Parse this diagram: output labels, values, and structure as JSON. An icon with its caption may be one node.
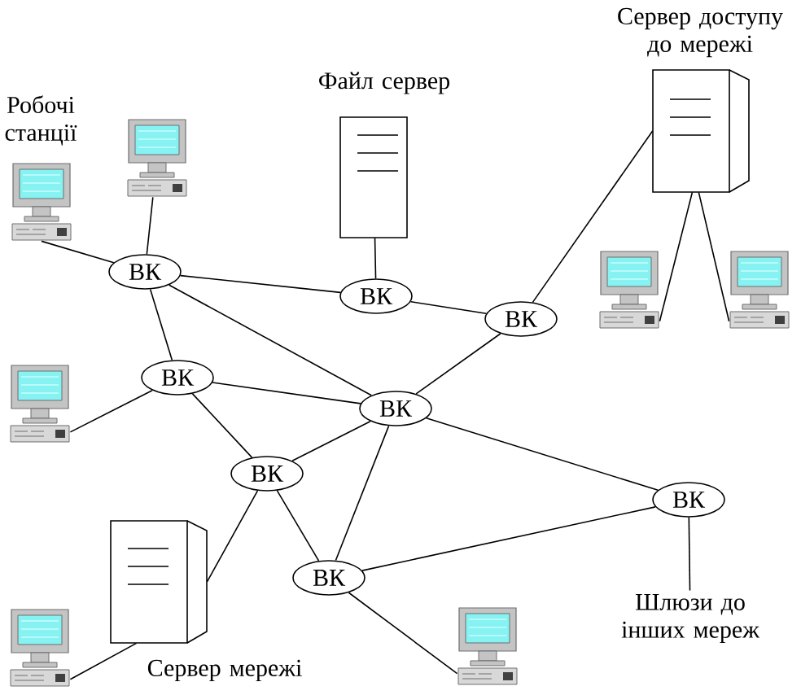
{
  "diagram": {
    "nodes": [
      {
        "text": [],
        "shape": "computer"
      },
      {
        "text": [],
        "shape": "computer"
      },
      {
        "text": [
          "Файл сервер"
        ]
      },
      {
        "text": [
          "Сервер доступу до мережі"
        ]
      },
      {
        "text": [],
        "shape": "computer"
      },
      {
        "text": [],
        "shape": "computer"
      },
      {
        "text": [
          "ВК"
        ]
      },
      {
        "text": [
          "ВК"
        ]
      },
      {
        "text": [
          "ВК"
        ]
      },
      {
        "text": [],
        "shape": "computer"
      },
      {
        "text": [
          "ВК"
        ]
      },
      {
        "text": [
          "ВК"
        ]
      },
      {
        "text": [
          "ВК"
        ]
      },
      {
        "text": [
          "ВК"
        ]
      },
      {
        "text": [
          "Сервер мережі"
        ]
      },
      {
        "text": [
          "ВК"
        ]
      },
      {
        "text": [
          "Шлюзи до інших мереж"
        ]
      },
      {
        "text": [],
        "shape": "computer"
      },
      {
        "text": [],
        "shape": "computer"
      }
    ],
    "edges": [
      {
        "from": 0,
        "to": 6,
        "arrow": "none"
      },
      {
        "from": 1,
        "to": 6,
        "arrow": "none"
      },
      {
        "from": 2,
        "to": 7,
        "arrow": "none"
      },
      {
        "from": 8,
        "to": 3,
        "arrow": "none"
      },
      {
        "from": 3,
        "to": 4,
        "arrow": "none"
      },
      {
        "from": 3,
        "to": 5,
        "arrow": "none"
      },
      {
        "from": 6,
        "to": 7,
        "arrow": "none"
      },
      {
        "from": 7,
        "to": 8,
        "arrow": "none"
      },
      {
        "from": 6,
        "to": 10,
        "arrow": "none"
      },
      {
        "from": 6,
        "to": 11,
        "arrow": "none"
      },
      {
        "from": 8,
        "to": 11,
        "arrow": "none"
      },
      {
        "from": 9,
        "to": 10,
        "arrow": "none"
      },
      {
        "from": 10,
        "to": 11,
        "arrow": "none"
      },
      {
        "from": 10,
        "to": 12,
        "arrow": "none"
      },
      {
        "from": 12,
        "to": 11,
        "arrow": "none"
      },
      {
        "from": 12,
        "to": 14,
        "arrow": "none"
      },
      {
        "from": 12,
        "to": 15,
        "arrow": "none"
      },
      {
        "from": 11,
        "to": 15,
        "arrow": "none"
      },
      {
        "from": 11,
        "to": 13,
        "arrow": "none"
      },
      {
        "from": 13,
        "to": 15,
        "arrow": "none"
      },
      {
        "from": 13,
        "to": 16,
        "arrow": "none"
      },
      {
        "from": 14,
        "to": 17,
        "arrow": "none"
      },
      {
        "from": 15,
        "to": 18,
        "arrow": "none"
      }
    ],
    "labels": [
      "Робочі станції"
    ]
  }
}
